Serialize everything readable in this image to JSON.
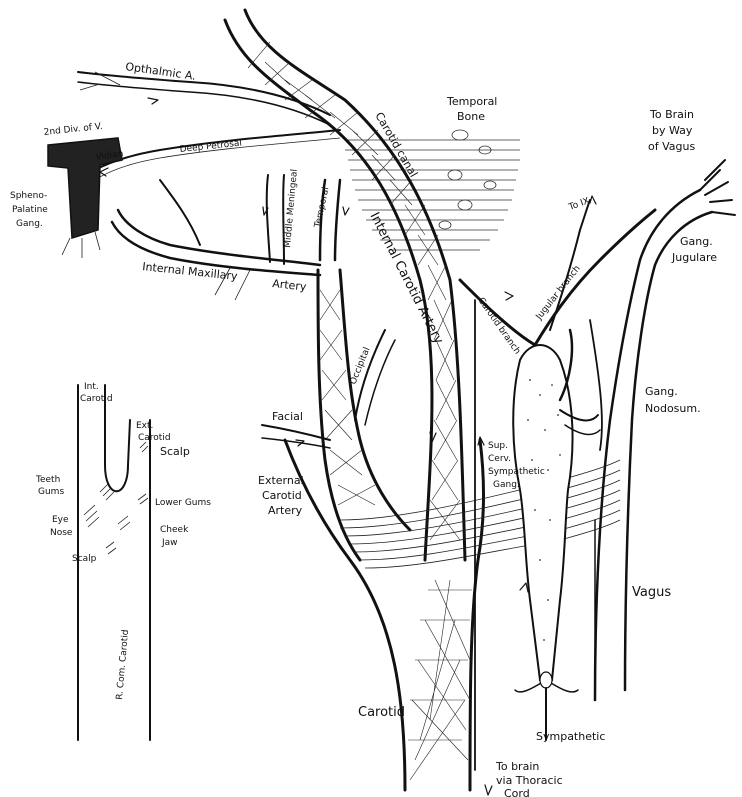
{
  "labels": {
    "opthalmic": "Opthalmic A.",
    "second_div": "2nd Div. of V.",
    "vidian": "Vidian",
    "deep_petrosal": "Deep Petrosal",
    "spheno_palatine_1": "Spheno-",
    "spheno_palatine_2": "Palatine",
    "spheno_palatine_3": "Gang.",
    "temporal_bone_1": "Temporal",
    "temporal_bone_2": "Bone",
    "carotid_canal": "Carotid canal",
    "internal_carotid_artery": "Internal Carotid Artery",
    "middle_meningeal": "Middle Meningeal",
    "temporal": "Temporal",
    "internal_maxillary_artery_1": "Internal Maxillary",
    "internal_maxillary_artery_2": "Artery",
    "occipital": "Occipital",
    "facial": "Facial",
    "external_carotid_artery_1": "External",
    "external_carotid_artery_2": "Carotid",
    "external_carotid_artery_3": "Artery",
    "carotid": "Carotid",
    "to_brain_thoracic_1": "To brain",
    "to_brain_thoracic_2": "via Thoracic",
    "to_brain_thoracic_3": "Cord",
    "sympathetic": "Sympathetic",
    "sup_cerv_1": "Sup.",
    "sup_cerv_2": "Cerv.",
    "sup_cerv_3": "Sympathetic",
    "sup_cerv_4": "Gang.",
    "carotid_branch": "Carotid branch",
    "jugular_branch": "Jugular branch",
    "to_ix": "To IX",
    "to_brain_vagus_1": "To Brain",
    "to_brain_vagus_2": "by Way",
    "to_brain_vagus_3": "of Vagus",
    "gang_jugulare_1": "Gang.",
    "gang_jugulare_2": "Jugulare",
    "gang_nodosum_1": "Gang.",
    "gang_nodosum_2": "Nodosum.",
    "vagus": "Vagus",
    "inset_int_carotid_1": "Int.",
    "inset_int_carotid_2": "Carotid",
    "inset_ext_carotid_1": "Ext.",
    "inset_ext_carotid_2": "Carotid",
    "inset_scalp_top": "Scalp",
    "inset_teeth_1": "Teeth",
    "inset_teeth_2": "Gums",
    "inset_lower_gums": "Lower Gums",
    "inset_eye_1": "Eye",
    "inset_eye_2": "Nose",
    "inset_cheek_1": "Cheek",
    "inset_cheek_2": "Jaw",
    "inset_scalp_bottom": "Scalp",
    "inset_com_carotid": "R. Com. Carotid"
  }
}
